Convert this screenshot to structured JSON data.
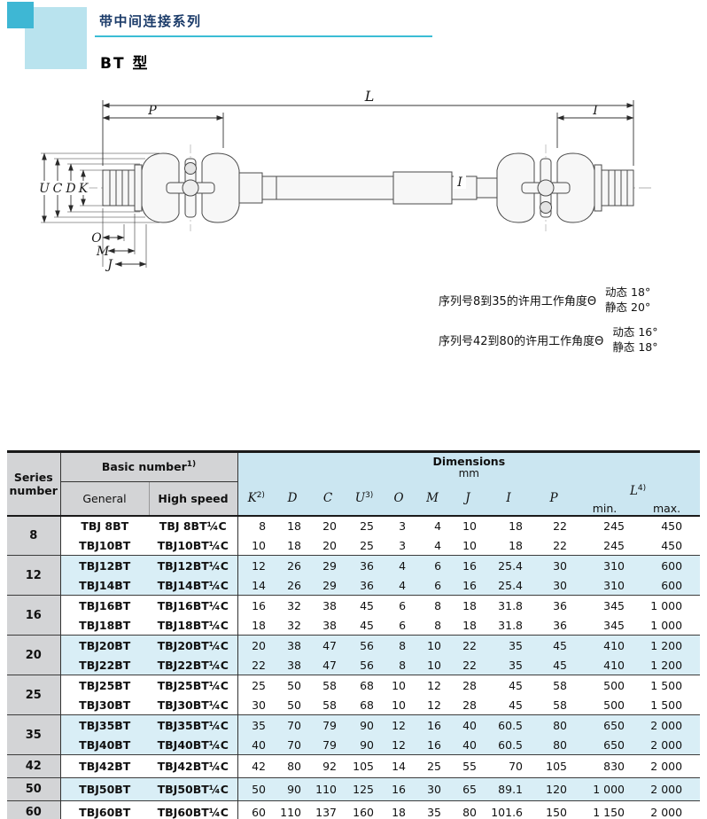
{
  "page": {
    "series_title": "带中间连接系列",
    "type_title": "BT 型"
  },
  "colors": {
    "accent_dark": "#3eb7d4",
    "accent_light": "#b9e3ee",
    "title_text": "#1c3c6a",
    "underline": "#3bbdd5",
    "header_gray": "#d3d4d6",
    "header_blue": "#cbe6f1",
    "row_blue": "#d9eef6"
  },
  "drawing": {
    "labels": {
      "L": "L",
      "P": "P",
      "I_top": "I",
      "U": "U",
      "C": "C",
      "D": "D",
      "K": "K",
      "O": "O",
      "M": "M",
      "J": "J",
      "I_mid": "I"
    },
    "notes": [
      {
        "text": "序列号8到35的许用工作角度Θ",
        "dynamic_label": "动态",
        "dynamic_value": "18°",
        "static_label": "静态",
        "static_value": "20°"
      },
      {
        "text": "序列号42到80的许用工作角度Θ",
        "dynamic_label": "动态",
        "dynamic_value": "16°",
        "static_label": "静态",
        "static_value": "18°"
      }
    ]
  },
  "table": {
    "header": {
      "series_number": "Series number",
      "basic_number": {
        "label": "Basic number",
        "sup": "1)"
      },
      "general": "General",
      "high_speed": "High speed",
      "dimensions": "Dimensions",
      "unit": "mm",
      "columns": [
        {
          "label": "K",
          "sup": "2)"
        },
        {
          "label": "D"
        },
        {
          "label": "C"
        },
        {
          "label": "U",
          "sup": "3)"
        },
        {
          "label": "O"
        },
        {
          "label": "M"
        },
        {
          "label": "J"
        },
        {
          "label": "I"
        },
        {
          "label": "P"
        }
      ],
      "l_column": {
        "label": "L",
        "sup": "4)",
        "min": "min.",
        "max": "max."
      }
    },
    "groups": [
      {
        "series": "8",
        "rows": [
          {
            "general": "TBJ 8BT",
            "high": "TBJ 8BT¼C",
            "vals": [
              "8",
              "18",
              "20",
              "25",
              "3",
              "4",
              "10",
              "18",
              "22",
              "245",
              "450"
            ]
          },
          {
            "general": "TBJ10BT",
            "high": "TBJ10BT¼C",
            "vals": [
              "10",
              "18",
              "20",
              "25",
              "3",
              "4",
              "10",
              "18",
              "22",
              "245",
              "450"
            ]
          }
        ]
      },
      {
        "series": "12",
        "rows": [
          {
            "general": "TBJ12BT",
            "high": "TBJ12BT¼C",
            "vals": [
              "12",
              "26",
              "29",
              "36",
              "4",
              "6",
              "16",
              "25.4",
              "30",
              "310",
              "600"
            ]
          },
          {
            "general": "TBJ14BT",
            "high": "TBJ14BT¼C",
            "vals": [
              "14",
              "26",
              "29",
              "36",
              "4",
              "6",
              "16",
              "25.4",
              "30",
              "310",
              "600"
            ]
          }
        ]
      },
      {
        "series": "16",
        "rows": [
          {
            "general": "TBJ16BT",
            "high": "TBJ16BT¼C",
            "vals": [
              "16",
              "32",
              "38",
              "45",
              "6",
              "8",
              "18",
              "31.8",
              "36",
              "345",
              "1 000"
            ]
          },
          {
            "general": "TBJ18BT",
            "high": "TBJ18BT¼C",
            "vals": [
              "18",
              "32",
              "38",
              "45",
              "6",
              "8",
              "18",
              "31.8",
              "36",
              "345",
              "1 000"
            ]
          }
        ]
      },
      {
        "series": "20",
        "rows": [
          {
            "general": "TBJ20BT",
            "high": "TBJ20BT¼C",
            "vals": [
              "20",
              "38",
              "47",
              "56",
              "8",
              "10",
              "22",
              "35",
              "45",
              "410",
              "1 200"
            ]
          },
          {
            "general": "TBJ22BT",
            "high": "TBJ22BT¼C",
            "vals": [
              "22",
              "38",
              "47",
              "56",
              "8",
              "10",
              "22",
              "35",
              "45",
              "410",
              "1 200"
            ]
          }
        ]
      },
      {
        "series": "25",
        "rows": [
          {
            "general": "TBJ25BT",
            "high": "TBJ25BT¼C",
            "vals": [
              "25",
              "50",
              "58",
              "68",
              "10",
              "12",
              "28",
              "45",
              "58",
              "500",
              "1 500"
            ]
          },
          {
            "general": "TBJ30BT",
            "high": "TBJ30BT¼C",
            "vals": [
              "30",
              "50",
              "58",
              "68",
              "10",
              "12",
              "28",
              "45",
              "58",
              "500",
              "1 500"
            ]
          }
        ]
      },
      {
        "series": "35",
        "rows": [
          {
            "general": "TBJ35BT",
            "high": "TBJ35BT¼C",
            "vals": [
              "35",
              "70",
              "79",
              "90",
              "12",
              "16",
              "40",
              "60.5",
              "80",
              "650",
              "2 000"
            ]
          },
          {
            "general": "TBJ40BT",
            "high": "TBJ40BT¼C",
            "vals": [
              "40",
              "70",
              "79",
              "90",
              "12",
              "16",
              "40",
              "60.5",
              "80",
              "650",
              "2 000"
            ]
          }
        ]
      },
      {
        "series": "42",
        "rows": [
          {
            "general": "TBJ42BT",
            "high": "TBJ42BT¼C",
            "vals": [
              "42",
              "80",
              "92",
              "105",
              "14",
              "25",
              "55",
              "70",
              "105",
              "830",
              "2 000"
            ]
          }
        ]
      },
      {
        "series": "50",
        "rows": [
          {
            "general": "TBJ50BT",
            "high": "TBJ50BT¼C",
            "vals": [
              "50",
              "90",
              "110",
              "125",
              "16",
              "30",
              "65",
              "89.1",
              "120",
              "1 000",
              "2 000"
            ]
          }
        ]
      },
      {
        "series": "60",
        "rows": [
          {
            "general": "TBJ60BT",
            "high": "TBJ60BT¼C",
            "vals": [
              "60",
              "110",
              "137",
              "160",
              "18",
              "35",
              "80",
              "101.6",
              "150",
              "1 150",
              "2 000"
            ]
          }
        ]
      }
    ]
  }
}
